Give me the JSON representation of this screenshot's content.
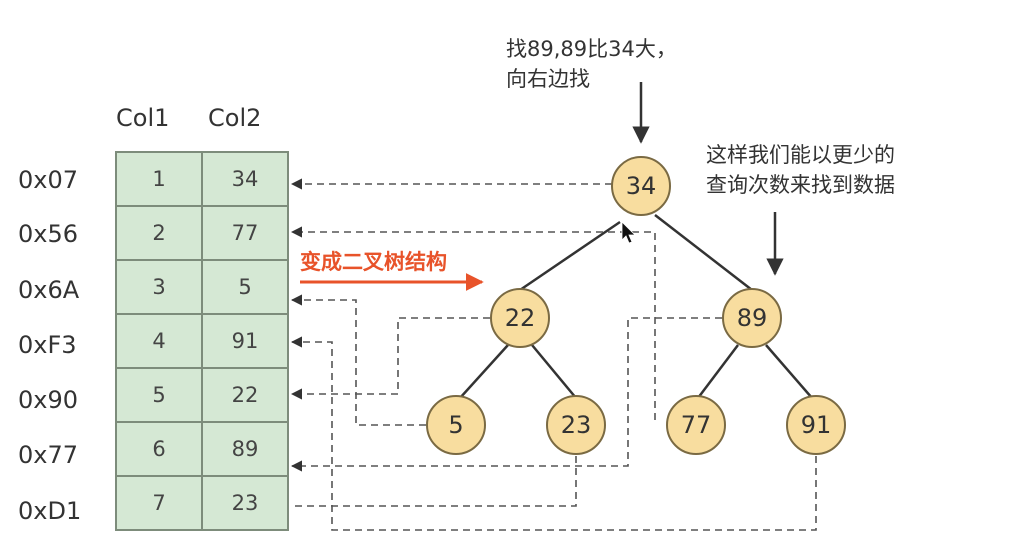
{
  "table": {
    "headers": [
      "Col1",
      "Col2"
    ],
    "rows": [
      {
        "address": "0x07",
        "col1": "1",
        "col2": "34"
      },
      {
        "address": "0x56",
        "col1": "2",
        "col2": "77"
      },
      {
        "address": "0x6A",
        "col1": "3",
        "col2": "5"
      },
      {
        "address": "0xF3",
        "col1": "4",
        "col2": "91"
      },
      {
        "address": "0x90",
        "col1": "5",
        "col2": "22"
      },
      {
        "address": "0x77",
        "col1": "6",
        "col2": "89"
      },
      {
        "address": "0xD1",
        "col1": "7",
        "col2": "23"
      }
    ]
  },
  "transform_label": "变成二叉树结构",
  "notes": {
    "search_line1": "找89,89比34大，",
    "search_line2": "向右边找",
    "benefit_line1": "这样我们能以更少的",
    "benefit_line2": "查询次数来找到数据"
  },
  "tree": {
    "root": "34",
    "left": "22",
    "right": "89",
    "left_left": "5",
    "left_right": "23",
    "right_left": "77",
    "right_right": "91"
  },
  "colors": {
    "cell_fill": "#d5e8d4",
    "cell_border": "#7d8c7b",
    "node_fill": "#f8dd9f",
    "node_border": "#7a6a43",
    "highlight_arrow": "#e8532a",
    "edge": "#333333",
    "dashed_link": "#555555"
  }
}
